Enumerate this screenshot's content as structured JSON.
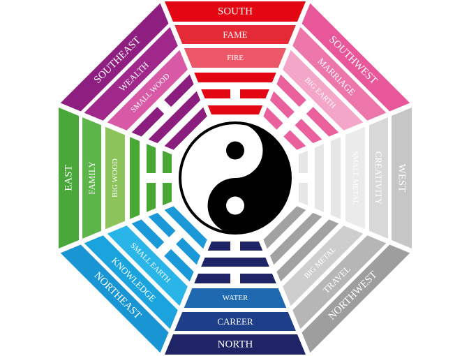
{
  "diagram": {
    "title": "Bagua",
    "sectors": [
      {
        "direction": "SOUTH",
        "area": "FAME",
        "element": "FIRE",
        "trigram": [
          "solid",
          "broken",
          "solid"
        ],
        "colors": [
          "#e30613",
          "#e42a36",
          "#ec5868",
          "#e30613"
        ]
      },
      {
        "direction": "SOUTHWEST",
        "area": "MARRIAGE",
        "element": "BIG EARTH",
        "trigram": [
          "broken",
          "broken",
          "broken"
        ],
        "colors": [
          "#e8579a",
          "#ec76aa",
          "#f3a6c8",
          "#e9609c"
        ]
      },
      {
        "direction": "WEST",
        "area": "CREATIVITY",
        "element": "SMALL METAL",
        "trigram": [
          "solid",
          "solid",
          "broken"
        ],
        "colors": [
          "#c6c6c6",
          "#d8d8d8",
          "#ebebeb",
          "#e6e6e6"
        ]
      },
      {
        "direction": "NORTHWEST",
        "area": "TRAVEL",
        "element": "BIG METAL",
        "trigram": [
          "solid",
          "solid",
          "solid"
        ],
        "colors": [
          "#9e9e9e",
          "#b6b6b6",
          "#cecece",
          "#a2a2a2"
        ]
      },
      {
        "direction": "NORTH",
        "area": "CAREER",
        "element": "WATER",
        "trigram": [
          "broken",
          "solid",
          "broken"
        ],
        "colors": [
          "#1e2466",
          "#1d3f8a",
          "#1f69b0",
          "#1e2466"
        ]
      },
      {
        "direction": "NORTHEAST",
        "area": "KNOWLEDGE",
        "element": "SMALL EARTH",
        "trigram": [
          "broken",
          "broken",
          "solid"
        ],
        "colors": [
          "#1a95d3",
          "#1aa3dc",
          "#2ab5e8",
          "#1b98d8"
        ]
      },
      {
        "direction": "EAST",
        "area": "FAMILY",
        "element": "BIG WOOD",
        "trigram": [
          "solid",
          "broken",
          "broken"
        ],
        "colors": [
          "#4aa83a",
          "#5cb548",
          "#8cc35a",
          "#49a834"
        ]
      },
      {
        "direction": "SOUTHEAST",
        "area": "WEALTH",
        "element": "SMALL WOOD",
        "trigram": [
          "broken",
          "solid",
          "solid"
        ],
        "colors": [
          "#8e1f80",
          "#a1288b",
          "#d85aa6",
          "#8a1d7e"
        ]
      }
    ]
  }
}
